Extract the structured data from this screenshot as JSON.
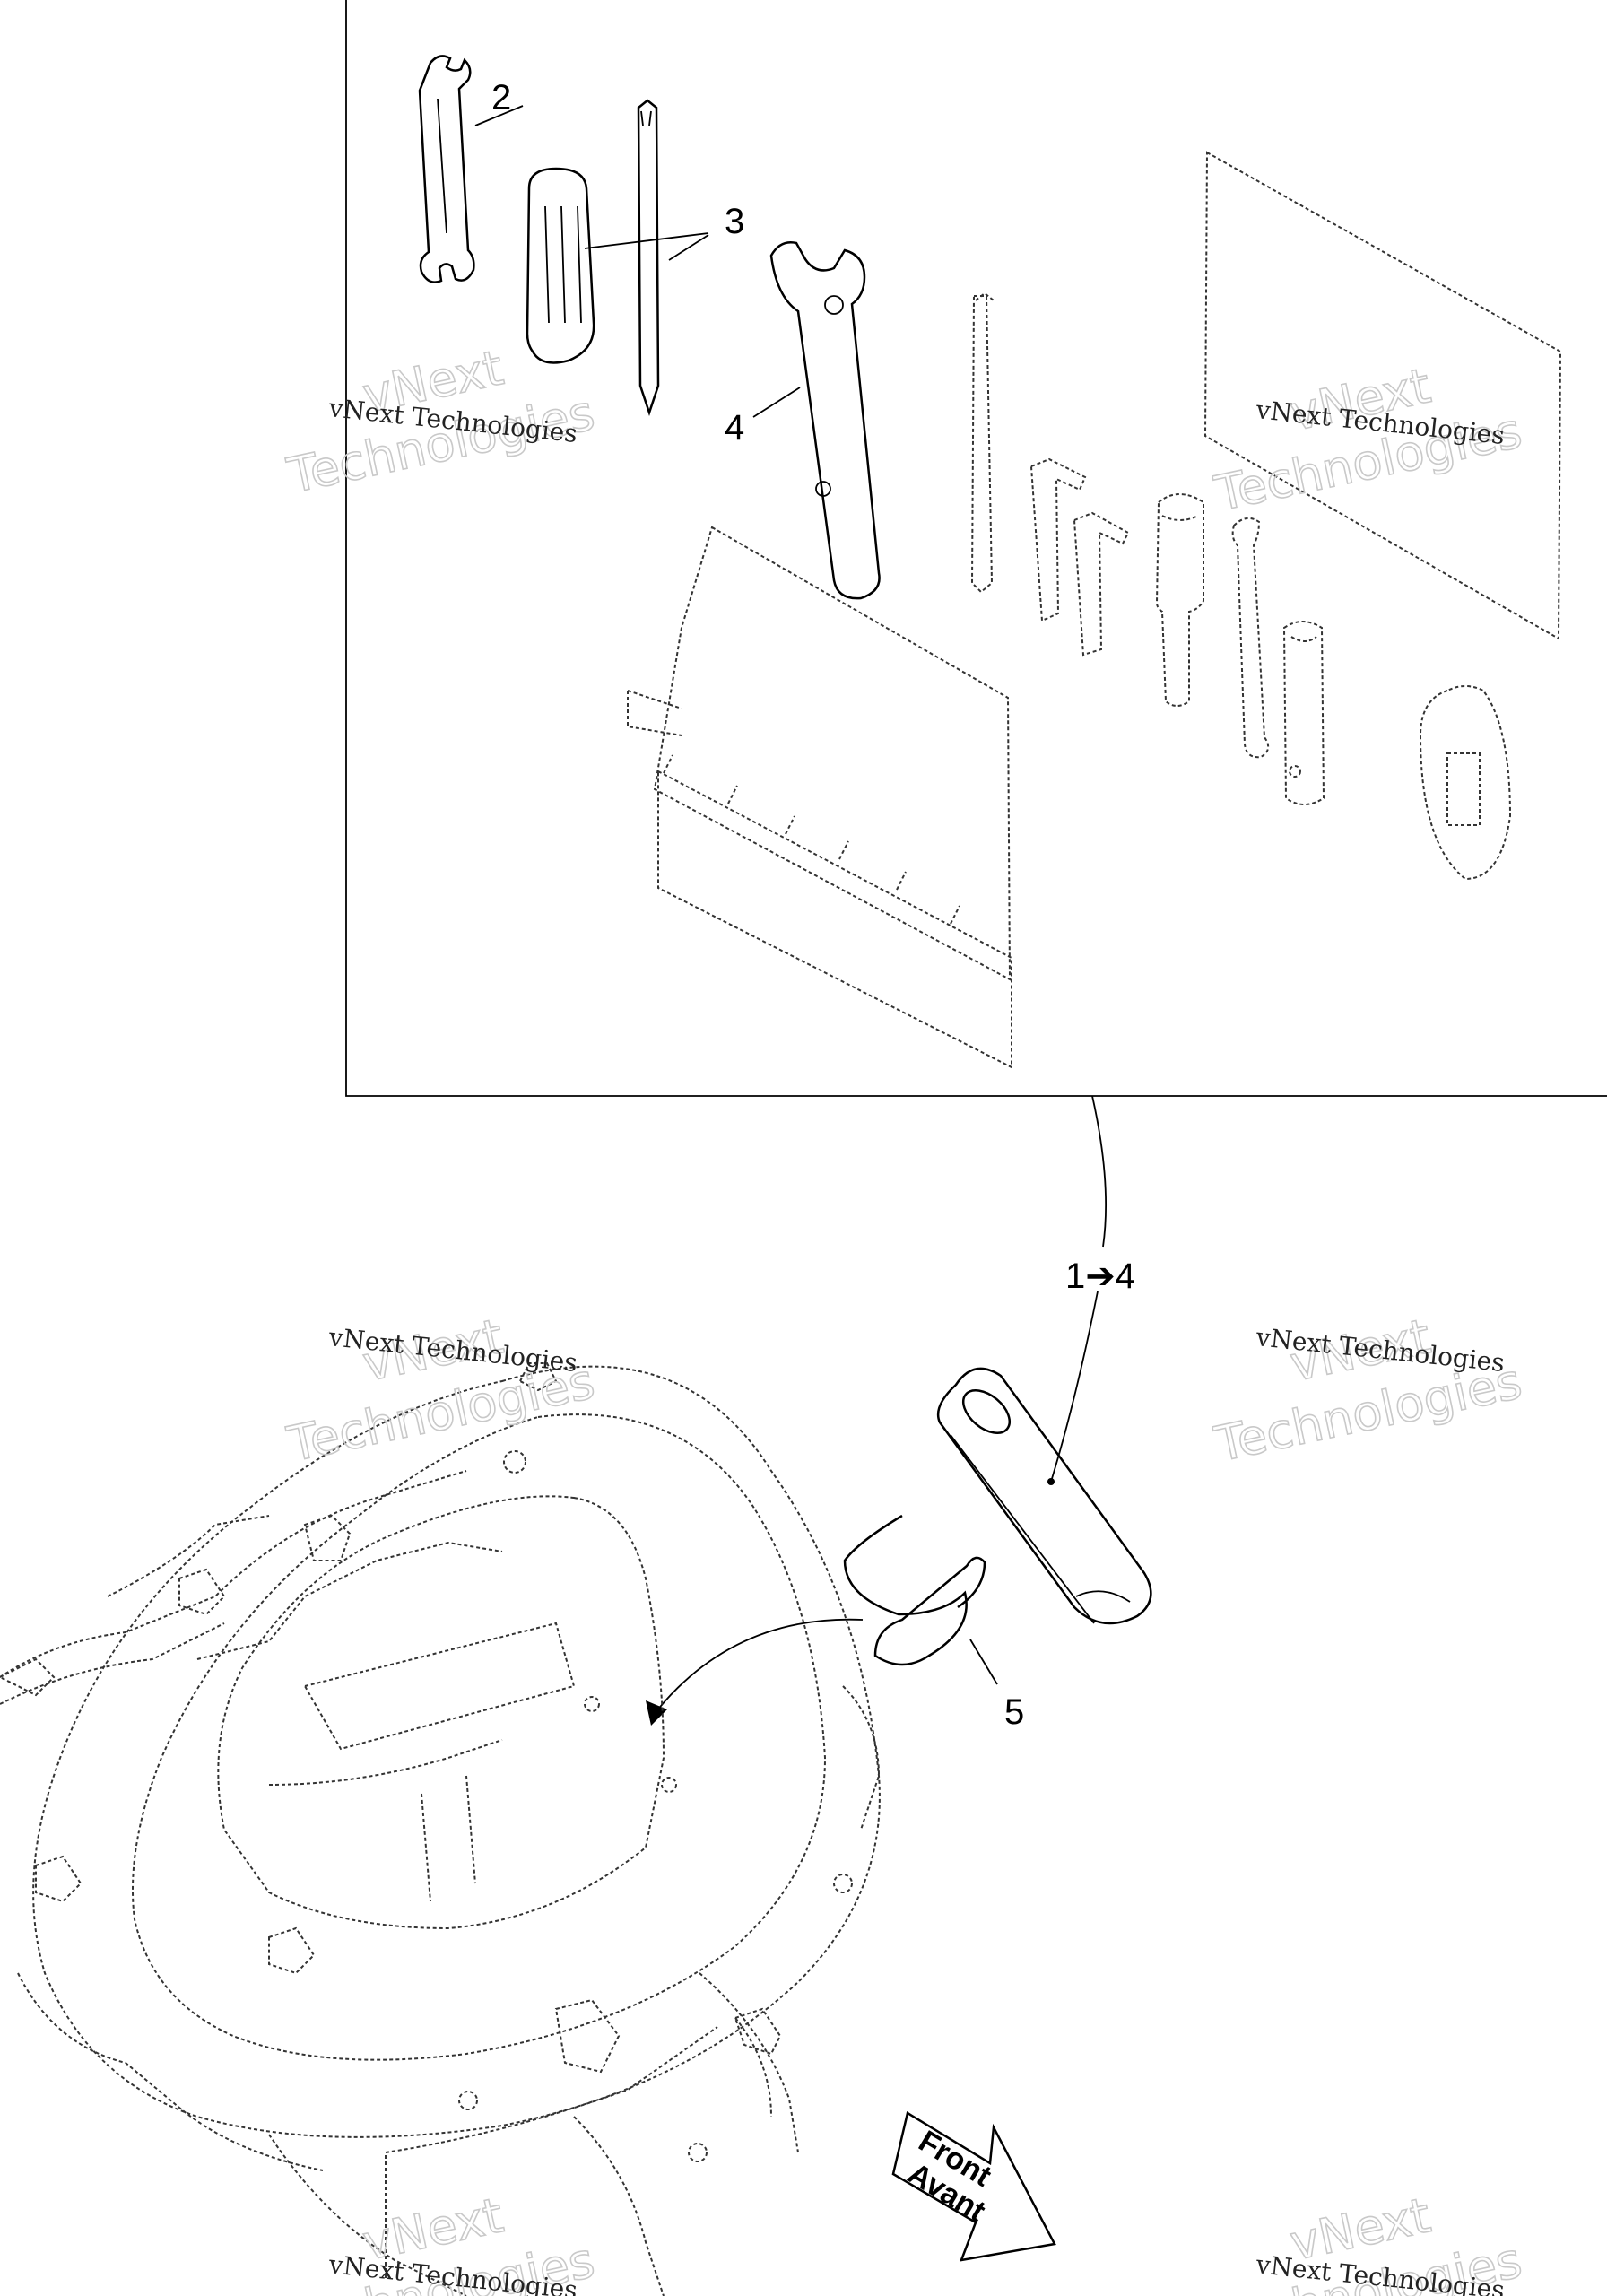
{
  "callouts": {
    "c2": "2",
    "c3": "3",
    "c4": "4",
    "c14": "1➔4",
    "c5": "5"
  },
  "front_arrow": {
    "line1": "Front",
    "line2": "Avant"
  },
  "watermark": {
    "line_small": "vNext Technologies",
    "line_big1": "vNext",
    "line_big2": "Technologies"
  },
  "colors": {
    "line": "#000000",
    "watermark": "#c9c9c9",
    "background": "#ffffff"
  }
}
